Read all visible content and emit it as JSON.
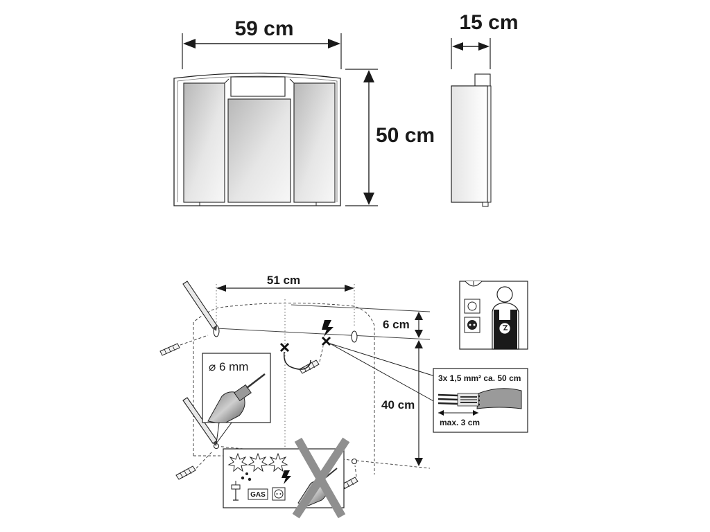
{
  "dimensions": {
    "width": "59 cm",
    "depth": "15 cm",
    "height": "50 cm",
    "hole_spacing": "51 cm",
    "top_offset": "6 cm",
    "vertical_spacing": "40 cm"
  },
  "drill": {
    "diameter": "6 mm"
  },
  "cable": {
    "spec": "3x 1,5 mm² ca. 50 cm",
    "strip_length": "max. 3 cm"
  },
  "warnings": {
    "gas_label": "GAS"
  },
  "colors": {
    "line": "#222222",
    "mirror_fill": "#d9d9d9",
    "cable_fill": "#9a9a9a"
  },
  "icons": [
    "dimension-arrow-icon",
    "drill-icon",
    "pencil-icon",
    "wall-plug-icon",
    "lightning-icon",
    "gas-icon",
    "socket-icon",
    "electrician-icon",
    "prohibited-icon"
  ]
}
